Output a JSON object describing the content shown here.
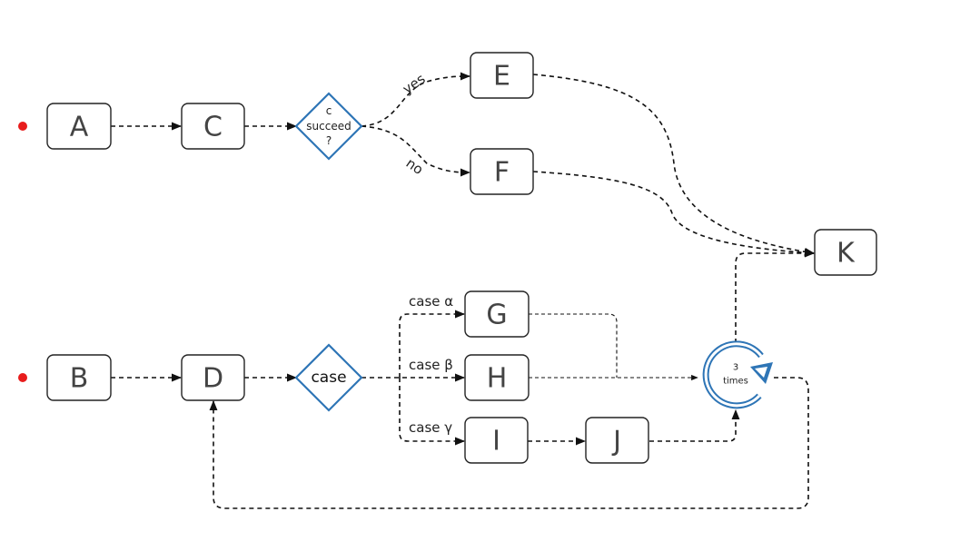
{
  "nodes": {
    "A": "A",
    "B": "B",
    "C": "C",
    "D": "D",
    "E": "E",
    "F": "F",
    "G": "G",
    "H": "H",
    "I": "I",
    "J": "J",
    "K": "K"
  },
  "decision_c": {
    "line1": "c",
    "line2": "succeed",
    "line3": "?"
  },
  "decision_case": {
    "label": "case"
  },
  "edge_labels": {
    "yes": "yes",
    "no": "no",
    "case_alpha": "case α",
    "case_beta": "case β",
    "case_gamma": "case γ"
  },
  "loop": {
    "count": "3",
    "unit": "times"
  },
  "colors": {
    "start_marker": "#e81c1c",
    "decision_stroke": "#2e75b6",
    "node_stroke": "#222222"
  }
}
